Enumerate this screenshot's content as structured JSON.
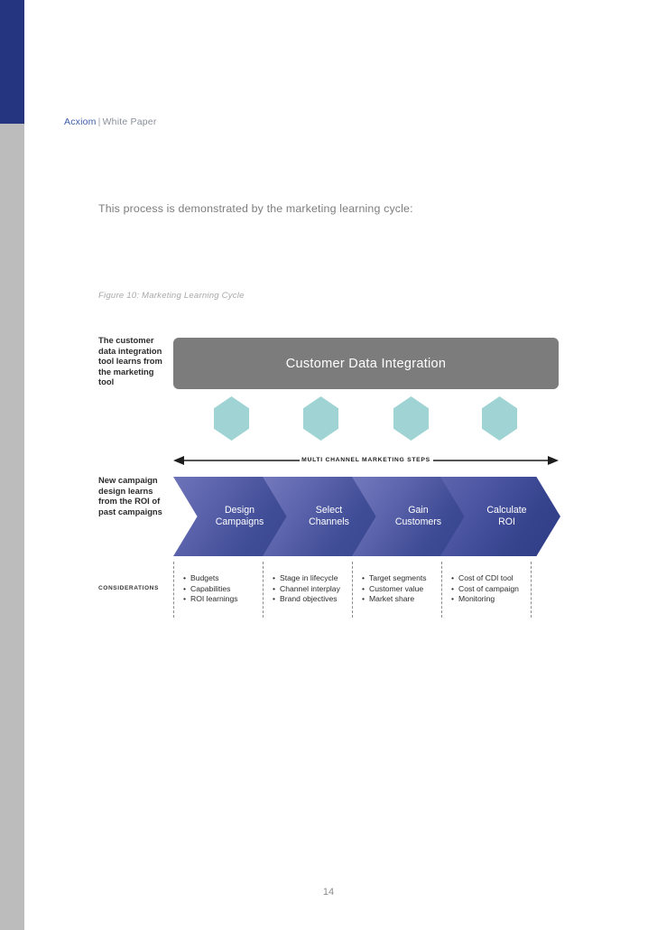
{
  "page": {
    "number": "14",
    "edge_blue_color": "#25357f",
    "edge_gray_color": "#bcbcbc"
  },
  "header": {
    "brand": "Acxiom",
    "separator": "|",
    "doc_type": "White Paper"
  },
  "body": {
    "intro_paragraph": "This process is demonstrated by the marketing learning cycle:",
    "figure_caption": "Figure 10: Marketing Learning Cycle"
  },
  "diagram": {
    "note_top": "The customer data integration tool learns from the marketing tool",
    "note_bottom": "New campaign design learns from the ROI of past campaigns",
    "considerations_label": "CONSIDERATIONS",
    "banner": {
      "label": "Customer Data Integration",
      "color": "#7c7c7c"
    },
    "hexagons": [
      {
        "name": "hexagon-1",
        "color": "#9fd3d4"
      },
      {
        "name": "hexagon-2",
        "color": "#9fd3d4"
      },
      {
        "name": "hexagon-3",
        "color": "#9fd3d4"
      },
      {
        "name": "hexagon-4",
        "color": "#9fd3d4"
      }
    ],
    "axis": {
      "label": "MULTI CHANNEL MARKETING STEPS",
      "arrow": "double-headed"
    },
    "steps": [
      {
        "line1": "Design",
        "line2": "Campaigns"
      },
      {
        "line1": "Select",
        "line2": "Channels"
      },
      {
        "line1": "Gain",
        "line2": "Customers"
      },
      {
        "line1": "Calculate",
        "line2": "ROI"
      }
    ],
    "considerations": [
      {
        "items": [
          "Budgets",
          "Capabilities",
          "ROI learnings"
        ]
      },
      {
        "items": [
          "Stage in lifecycle",
          "Channel interplay",
          "Brand objectives"
        ]
      },
      {
        "items": [
          "Target segments",
          "Customer value",
          "Market share"
        ]
      },
      {
        "items": [
          "Cost of CDI tool",
          "Cost of campaign",
          "Monitoring"
        ]
      }
    ]
  }
}
